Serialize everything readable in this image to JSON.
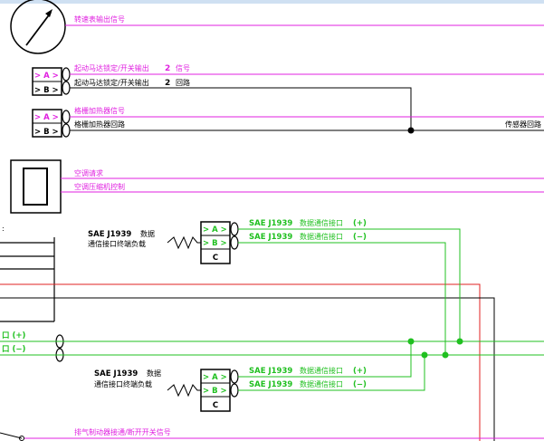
{
  "colors": {
    "magenta": "#e020e0",
    "green": "#20c020",
    "red": "#e02020",
    "black": "#000000",
    "frame": "#cfe0f2"
  },
  "labels": {
    "tach_signal": "转速表输出信号",
    "starter_sig_a": "起动马达锁定/开关输出",
    "starter_sig_b": "信号",
    "starter_loop_a": "起动马达锁定/开关输出",
    "starter_loop_b": "回路",
    "num_2": "2",
    "grid_heater_signal": "格栅加热器信号",
    "grid_heater_loop": "格栅加热器回路",
    "sensor_loop": "传感器回路",
    "ac_request": "空调请求",
    "ac_compressor": "空调压缩机控制",
    "sae_a": "SAE J1939",
    "data_term_a": "数据",
    "term_load_a": "通信接口终端负载",
    "sae_b": "SAE J1939",
    "data_term_b": "数据",
    "term_load_b": "通信接口终端负载",
    "can_sae": "SAE J1939",
    "can_iface": "数据通信接口",
    "can_plus": "(+)",
    "can_minus": "(−)",
    "left_plus": "口 (+)",
    "left_minus": "口 (−)",
    "exhaust_brake": "排气制动器接通/断开开关信号",
    "colon": ":"
  },
  "connectors": {
    "pin_a": "> A >",
    "pin_b": "> B >",
    "c": "C"
  }
}
